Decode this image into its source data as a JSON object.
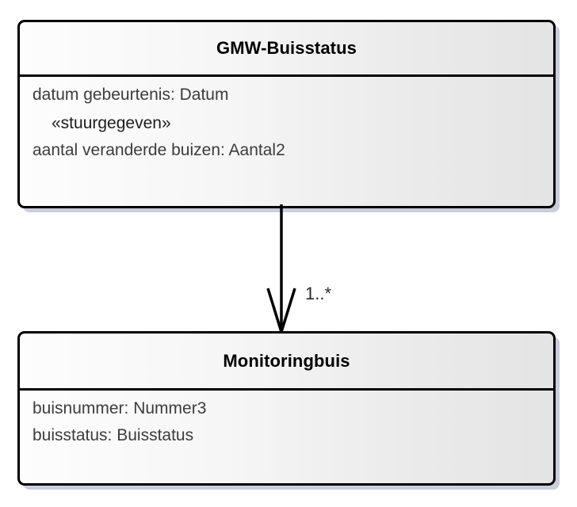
{
  "diagram": {
    "type": "uml-class-diagram",
    "background_color": "#ffffff",
    "border_color": "#000000",
    "fill_gradient": [
      "#fdfdfd",
      "#e4e4e4"
    ],
    "shadow_color": "#c9cedb",
    "text_color": "#3c3c3c",
    "title_color": "#000000"
  },
  "classes": [
    {
      "name": "GMW-Buisstatus",
      "attributes": [
        {
          "text": "datum gebeurtenis: Datum",
          "kind": "attribute"
        },
        {
          "text": "«stuurgegeven»",
          "kind": "stereotype"
        },
        {
          "text": "aantal veranderde buizen: Aantal2",
          "kind": "attribute"
        }
      ]
    },
    {
      "name": "Monitoringbuis",
      "attributes": [
        {
          "text": "buisnummer: Nummer3",
          "kind": "attribute"
        },
        {
          "text": "buisstatus: Buisstatus",
          "kind": "attribute"
        }
      ]
    }
  ],
  "association": {
    "source": "GMW-Buisstatus",
    "target": "Monitoringbuis",
    "arrow_style": "open-arrowhead",
    "direction": "down",
    "multiplicity": "1..*",
    "line_color": "#000000"
  }
}
